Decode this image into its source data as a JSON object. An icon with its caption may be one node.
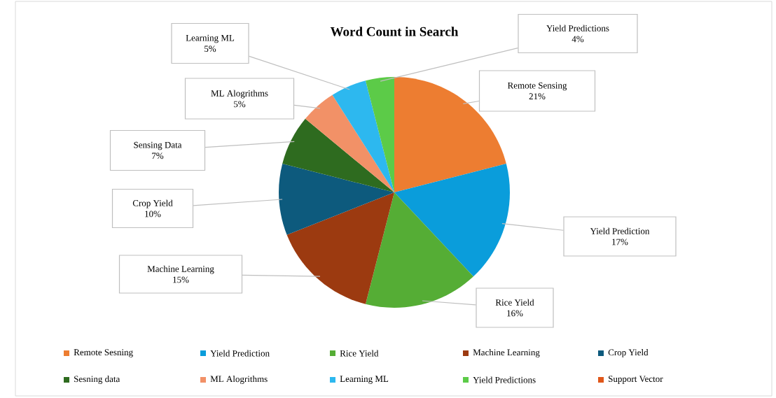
{
  "diagram": {
    "title": "Word Count in Search",
    "nodes": [
      {
        "text": [
          "Remote Sensing",
          "21%"
        ]
      },
      {
        "text": [
          "Yield Prediction",
          "17%"
        ]
      },
      {
        "text": [
          "Rice Yield",
          "16%"
        ]
      },
      {
        "text": [
          "Machine Learning",
          "15%"
        ]
      },
      {
        "text": [
          "Crop Yield",
          "10%"
        ]
      },
      {
        "text": [
          "Sensing Data",
          "7%"
        ]
      },
      {
        "text": [
          "ML Alogrithms",
          "5%"
        ]
      },
      {
        "text": [
          "Learning ML",
          "5%"
        ]
      },
      {
        "text": [
          "Yield Predictions",
          "4%"
        ]
      },
      {
        "text": [],
        "shape": "slice"
      },
      {
        "text": [],
        "shape": "slice"
      },
      {
        "text": [],
        "shape": "slice"
      },
      {
        "text": [],
        "shape": "slice"
      },
      {
        "text": [],
        "shape": "slice"
      },
      {
        "text": [],
        "shape": "slice"
      },
      {
        "text": [],
        "shape": "slice"
      },
      {
        "text": [],
        "shape": "slice"
      },
      {
        "text": [],
        "shape": "slice"
      }
    ],
    "edges": [
      {
        "from": 0,
        "to": 9,
        "arrow": "none"
      },
      {
        "from": 1,
        "to": 10,
        "arrow": "none"
      },
      {
        "from": 2,
        "to": 11,
        "arrow": "none"
      },
      {
        "from": 3,
        "to": 12,
        "arrow": "none"
      },
      {
        "from": 4,
        "to": 13,
        "arrow": "none"
      },
      {
        "from": 5,
        "to": 14,
        "arrow": "none"
      },
      {
        "from": 6,
        "to": 15,
        "arrow": "none"
      },
      {
        "from": 7,
        "to": 16,
        "arrow": "none"
      },
      {
        "from": 8,
        "to": 17,
        "arrow": "none"
      }
    ],
    "legend": [
      {
        "text": "Remote Sesning",
        "color": "#ed7d31"
      },
      {
        "text": "Yield Prediction",
        "color": "#0a9ddb"
      },
      {
        "text": "Rice Yield",
        "color": "#55ad35"
      },
      {
        "text": "Machine Learning",
        "color": "#9c3a10"
      },
      {
        "text": "Crop Yield",
        "color": "#0d5a7d"
      },
      {
        "text": "Sesning data",
        "color": "#2e6b1f"
      },
      {
        "text": "ML Alogrithms",
        "color": "#f29167"
      },
      {
        "text": "Learning ML",
        "color": "#2db8ef"
      },
      {
        "text": "Yield Predictions",
        "color": "#5ccb48"
      },
      {
        "text": "Support Vector",
        "color": "#e0571a"
      }
    ]
  }
}
